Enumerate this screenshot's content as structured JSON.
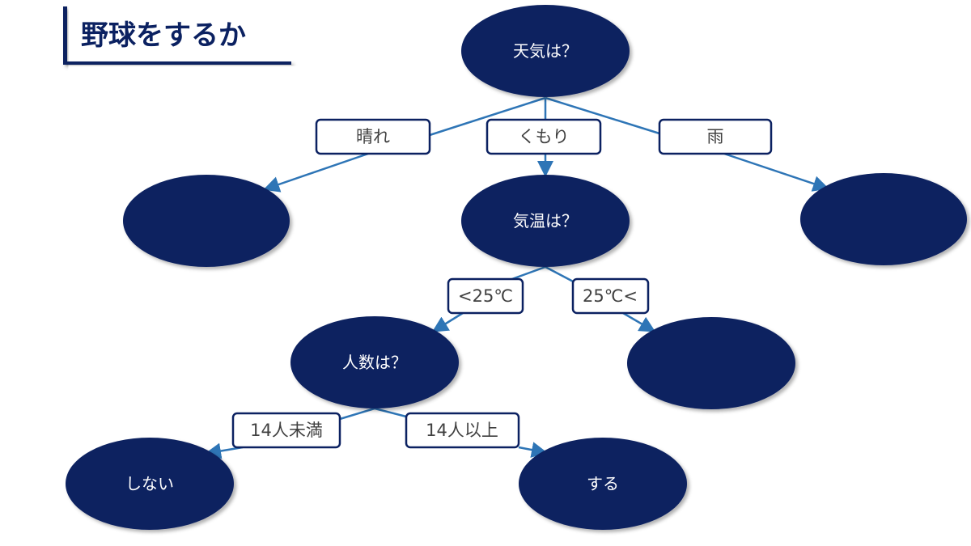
{
  "title": "野球をするか",
  "nodes": {
    "weather": "天気は？",
    "temperature": "気温は？",
    "people": "人数は？",
    "no": "しない",
    "yes": "する"
  },
  "edges": {
    "sunny": "晴れ",
    "cloudy": "くもり",
    "rain": "雨",
    "below25": "<25℃",
    "above25": "25℃<",
    "under14": "14人未満",
    "over14": "14人以上"
  },
  "colors": {
    "node": "#0b2161",
    "edge": "#2e75b6"
  }
}
